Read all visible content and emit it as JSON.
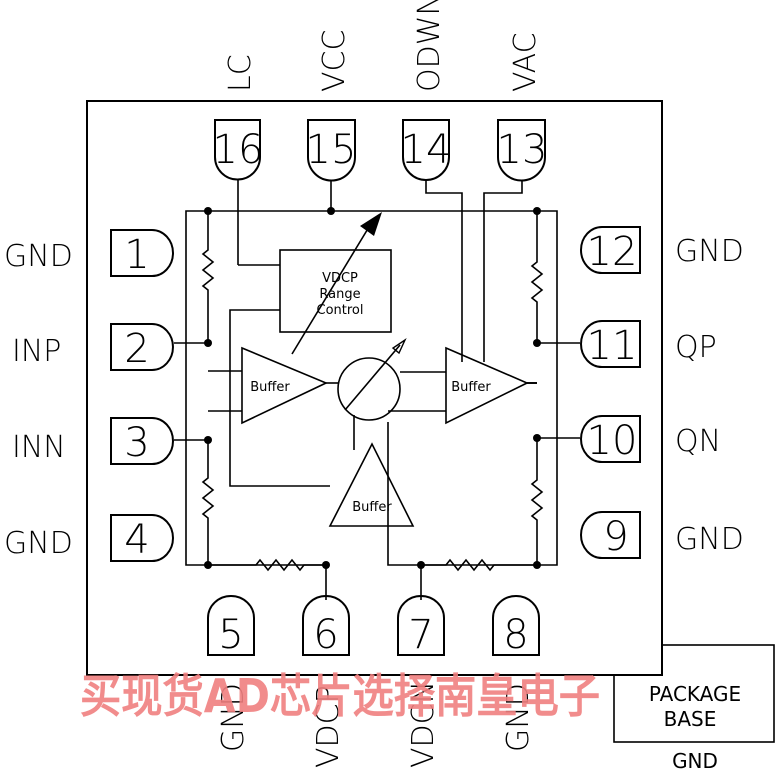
{
  "pins": {
    "p1": {
      "num": "1",
      "label": "GND"
    },
    "p2": {
      "num": "2",
      "label": "INP"
    },
    "p3": {
      "num": "3",
      "label": "INN"
    },
    "p4": {
      "num": "4",
      "label": "GND"
    },
    "p5": {
      "num": "5",
      "label": "GND"
    },
    "p6": {
      "num": "6",
      "label": "VDCP"
    },
    "p7": {
      "num": "7",
      "label": "VDCN"
    },
    "p8": {
      "num": "8",
      "label": "GND"
    },
    "p9": {
      "num": "9",
      "label": "GND"
    },
    "p10": {
      "num": "10",
      "label": "QN"
    },
    "p11": {
      "num": "11",
      "label": "QP"
    },
    "p12": {
      "num": "12",
      "label": "GND"
    },
    "p13": {
      "num": "13",
      "label": "VAC"
    },
    "p14": {
      "num": "14",
      "label": "ODWN"
    },
    "p15": {
      "num": "15",
      "label": "VCC"
    },
    "p16": {
      "num": "16",
      "label": "LC"
    }
  },
  "blocks": {
    "vdcp_line1": "VDCP",
    "vdcp_line2": "Range",
    "vdcp_line3": "Control",
    "buffer_left": "Buffer",
    "buffer_right": "Buffer",
    "buffer_bottom": "Buffer"
  },
  "package": {
    "line1": "PACKAGE",
    "line2": "BASE",
    "pin_label": "GND"
  },
  "watermark": "买现货AD芯片选择南皇电子"
}
